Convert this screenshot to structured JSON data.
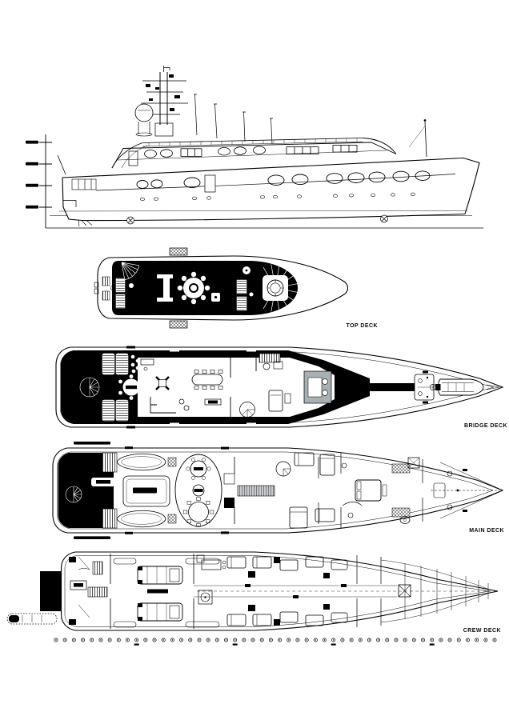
{
  "document": {
    "type": "yacht-general-arrangement-drawing",
    "background": "#ffffff",
    "ink": "#000000",
    "console_gray": "#a7b0b3"
  },
  "views": {
    "profile": {
      "name": "side-profile-elevation",
      "elevation_marker_count": 4
    },
    "decks": [
      {
        "id": "top-deck",
        "label": "TOP DECK"
      },
      {
        "id": "bridge-deck",
        "label": "BRIDGE DECK"
      },
      {
        "id": "main-deck",
        "label": "MAIN DECK"
      },
      {
        "id": "crew-deck",
        "label": "CREW DECK"
      }
    ],
    "frame_markers": {
      "count": 50
    }
  }
}
